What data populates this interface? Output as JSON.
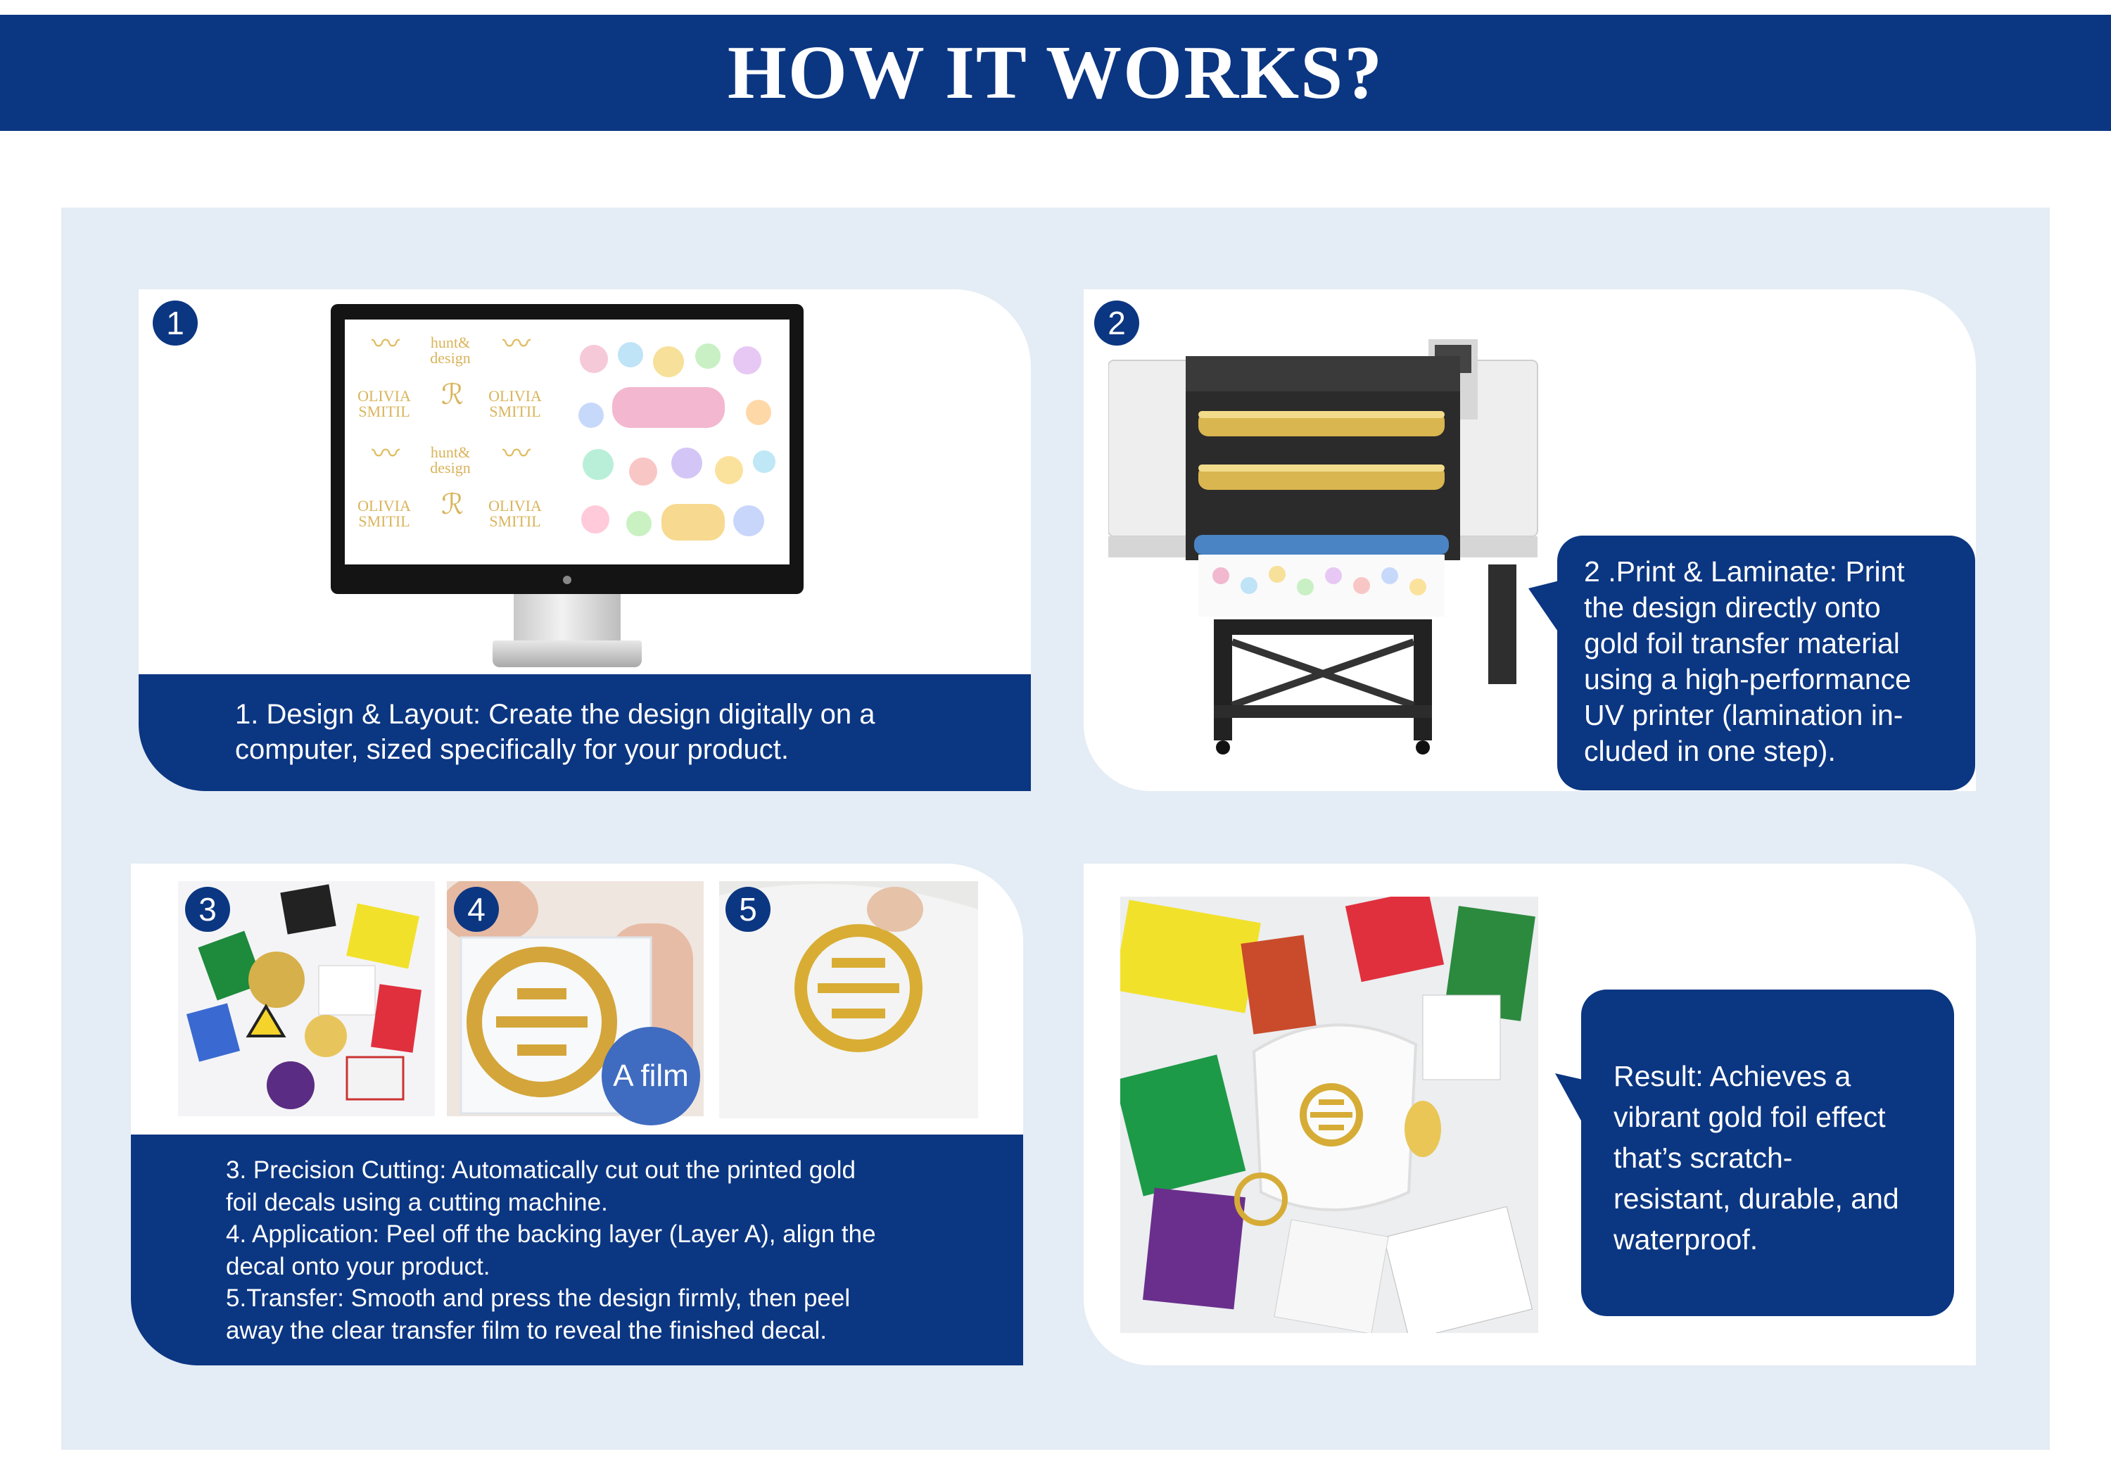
{
  "header": {
    "title": "HOW IT WORKS?"
  },
  "colors": {
    "brand_blue": "#0b3682",
    "panel_bg": "#e4ecf5",
    "gold": "#d9b45b",
    "film_blue": "#3f6cc0"
  },
  "steps": {
    "n1": "1",
    "n2": "2",
    "n3": "3",
    "n4": "4",
    "n5": "5",
    "step1_text_line1": "1. Design & Layout: Create the design digitally on a",
    "step1_text_line2": "computer, sized specifically for your product.",
    "step2_lines": [
      "2 .Print & Laminate: Print",
      "the design directly onto",
      "gold foil transfer material",
      "using a high-performance",
      "UV printer (lamination in-",
      "cluded in one step)."
    ],
    "step345_lines": [
      "3. Precision Cutting: Automatically cut out the printed gold",
      "foil decals using a cutting machine.",
      "4. Application: Peel off the backing layer (Layer A), align the",
      "decal onto your product.",
      "5.Transfer: Smooth and press the design firmly, then peel",
      "away the clear transfer film to reveal the finished decal."
    ],
    "film_label": "A film",
    "result_lines": [
      "Result: Achieves a",
      "vibrant gold foil effect",
      "that’s scratch-",
      "resistant, durable, and",
      "waterproof."
    ]
  },
  "screen_art": {
    "brand_a_line1": "hunt&",
    "brand_a_line2": "design",
    "brand_b_line1": "OLIVIA",
    "brand_b_line2": "SMITIL"
  },
  "icons": {
    "wave_logo": "wave-logo-icon",
    "apple_logo": "apple-logo-icon",
    "speech_tail": "speech-tail-icon"
  }
}
